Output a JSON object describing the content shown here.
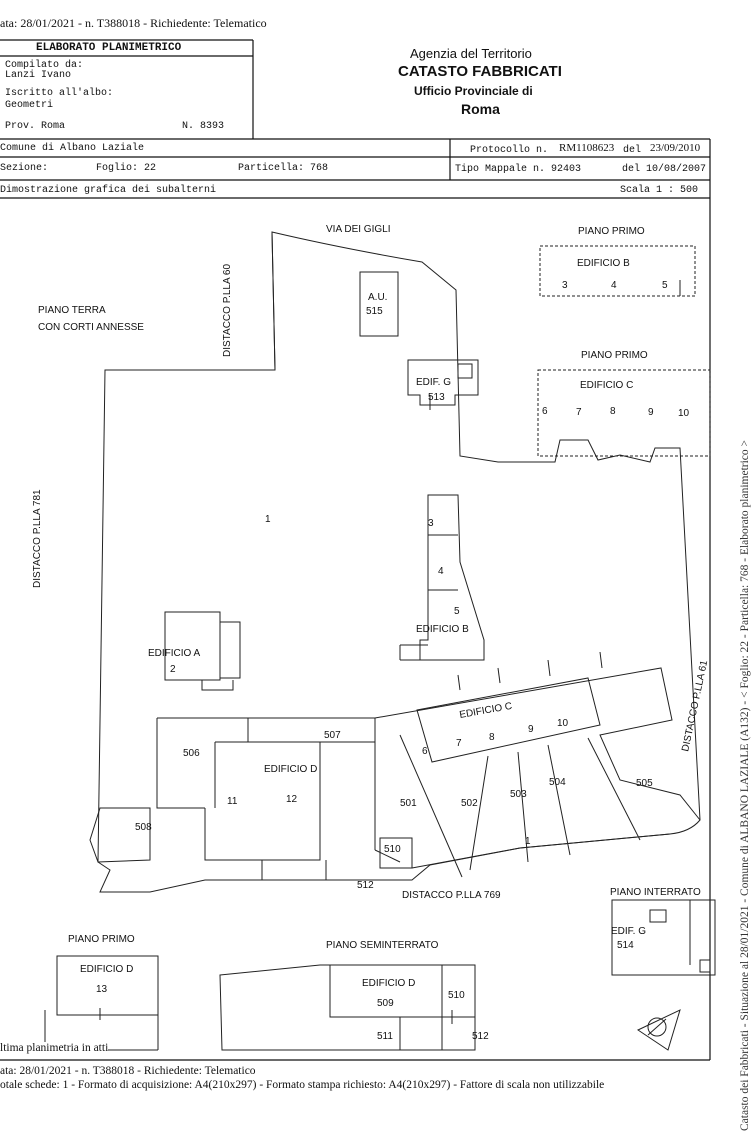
{
  "header_line": "ata: 28/01/2021 - n. T388018 - Richiedente: Telematico",
  "title_block": {
    "title": "ELABORATO PLANIMETRICO",
    "compilato_label": "Compilato da:",
    "compilato_value": "Lanzi Ivano",
    "iscritto_label": "Iscritto all'albo:",
    "iscritto_value": "Geometri",
    "prov": "Prov. Roma",
    "numero": "N.  8393"
  },
  "agency": {
    "line1": "Agenzia del Territorio",
    "line2": "CATASTO FABBRICATI",
    "line3": "Ufficio Provinciale di",
    "line4": "Roma"
  },
  "info": {
    "comune": "Comune di Albano Laziale",
    "sezione": "Sezione:",
    "foglio": "Foglio: 22",
    "particella": "Particella: 768",
    "protocollo_label": "Protocollo n.",
    "protocollo_value": "RM1108623",
    "protocollo_del": "del",
    "protocollo_date": "23/09/2010",
    "tipo_label": "Tipo Mappale n. 92403",
    "tipo_date": "del 10/08/2007",
    "dimostrazione": "Dimostrazione grafica dei subalterni",
    "scala": "Scala 1 : 500"
  },
  "plan_labels": {
    "via_dei_gigli": "VIA DEI GIGLI",
    "distacco_60": "DISTACCO P.LLA 60",
    "piano_terra": "PIANO TERRA",
    "con_corti": "CON CORTI ANNESSE",
    "au": "A.U.",
    "au_num": "515",
    "piano_primo_b": "PIANO PRIMO",
    "edificio_b_top": "EDIFICIO B",
    "b3": "3",
    "b4": "4",
    "b5": "5",
    "piano_primo_c": "PIANO PRIMO",
    "edificio_c_top": "EDIFICIO C",
    "c6": "6",
    "c7": "7",
    "c8": "8",
    "c9": "9",
    "c10": "10",
    "edif_g": "EDIF. G",
    "edif_g_num": "513",
    "distacco_781": "DISTACCO P.LLA 781",
    "main_1": "1",
    "edificio_a": "EDIFICIO A",
    "edificio_a_num": "2",
    "m3": "3",
    "m4": "4",
    "m5": "5",
    "edificio_b_main": "EDIFICIO B",
    "distacco_61": "DISTACCO P.LLA 61",
    "edificio_c_main": "EDIFICIO C",
    "mc6": "6",
    "mc7": "7",
    "mc8": "8",
    "mc9": "9",
    "mc10": "10",
    "s505": "505",
    "s506": "506",
    "s507": "507",
    "edificio_d_main": "EDIFICIO D",
    "d11": "11",
    "d12": "12",
    "s501": "501",
    "s502": "502",
    "s503": "503",
    "s504": "504",
    "s508": "508",
    "s510": "510",
    "bottom_1": "1",
    "s512": "512",
    "distacco_769": "DISTACCO P.LLA 769",
    "piano_interrato": "PIANO INTERRATO",
    "edif_g_int": "EDIF. G",
    "edif_g_int_num": "514",
    "piano_primo_d": "PIANO PRIMO",
    "edificio_d_pp": "EDIFICIO D",
    "d13": "13",
    "piano_seminterrato": "PIANO SEMINTERRATO",
    "edificio_d_sem": "EDIFICIO D",
    "s509": "509",
    "s510b": "510",
    "s511": "511",
    "s512b": "512"
  },
  "side_text": "Catasto dei Fabbricati - Situazione al 28/01/2021 - Comune di ALBANO LAZIALE (A132) - < Foglio: 22 - Particella: 768 - Elaborato planimetrico >",
  "footer": {
    "ultima": "ltima planimetria in atti",
    "line1": "ata: 28/01/2021 - n. T388018 - Richiedente: Telematico",
    "line2": "otale schede: 1 - Formato di acquisizione: A4(210x297)  - Formato stampa richiesto: A4(210x297) - Fattore di scala non utilizzabile"
  }
}
